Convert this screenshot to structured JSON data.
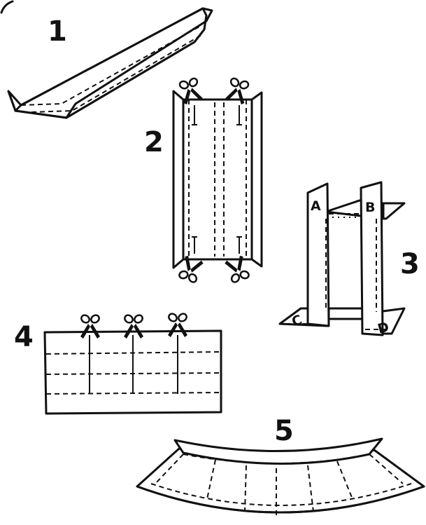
{
  "steps": [
    {
      "number": "1"
    },
    {
      "number": "2"
    },
    {
      "number": "3",
      "corner_labels": [
        "A",
        "B",
        "C",
        "D"
      ]
    },
    {
      "number": "4"
    },
    {
      "number": "5"
    }
  ],
  "icons": {
    "cut_marker": "scissors-icon"
  }
}
